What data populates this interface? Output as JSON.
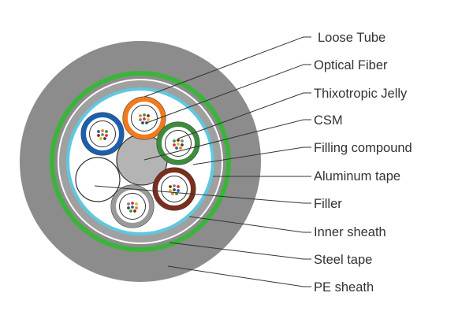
{
  "labels": [
    {
      "id": "loose-tube",
      "text": "Loose Tube"
    },
    {
      "id": "optical-fiber",
      "text": "Optical Fiber"
    },
    {
      "id": "thixotropic-jelly",
      "text": "Thixotropic Jelly"
    },
    {
      "id": "csm",
      "text": "CSM"
    },
    {
      "id": "filling-compound",
      "text": "Filling compound"
    },
    {
      "id": "aluminum-tape",
      "text": "Aluminum tape"
    },
    {
      "id": "filler",
      "text": "Filler"
    },
    {
      "id": "inner-sheath",
      "text": "Inner sheath"
    },
    {
      "id": "steel-tape",
      "text": "Steel tape"
    },
    {
      "id": "pe-sheath",
      "text": "PE sheath"
    }
  ],
  "colors": {
    "pe_sheath": "#8c8c8c",
    "steel_tape": "#3cb43c",
    "inner_sheath": "#a0a0a0",
    "aluminum_tape": "#5ec8e0",
    "csm": "#b4b4b4",
    "tube_blue": "#1c5fae",
    "tube_orange": "#f07a1e",
    "tube_green": "#3d8c3d",
    "tube_brown": "#7a2e1e",
    "tube_grey": "#9a9a9a",
    "leader_line": "#333333",
    "label_text": "#333333"
  }
}
